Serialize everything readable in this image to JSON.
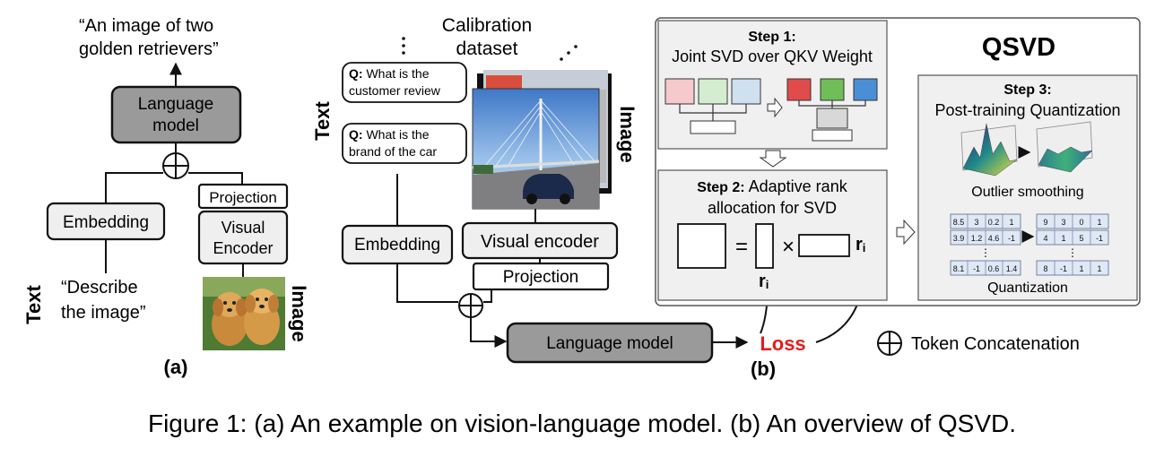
{
  "panel_a": {
    "output_text_line1": "“An image of two",
    "output_text_line2": "golden retrievers”",
    "language_model_line1": "Language",
    "language_model_line2": "model",
    "embedding": "Embedding",
    "projection": "Projection",
    "visual_encoder_line1": "Visual",
    "visual_encoder_line2": "Encoder",
    "input_text_line1": "“Describe",
    "input_text_line2": "the image”",
    "text_label": "Text",
    "image_label": "Image",
    "caption_label": "(a)"
  },
  "panel_b": {
    "calibration_line1": "Calibration",
    "calibration_line2": "dataset",
    "text_label": "Text",
    "image_label": "Image",
    "q1_prefix": "Q:",
    "q1_line1": " What is the",
    "q1_line2": "customer review",
    "q2_prefix": "Q:",
    "q2_line1": " What is the",
    "q2_line2": "brand of the car",
    "embedding": "Embedding",
    "visual_encoder": "Visual encoder",
    "projection": "Projection",
    "language_model": "Language model",
    "loss": "Loss",
    "caption_label": "(b)"
  },
  "qsvd": {
    "title": "QSVD",
    "step1_title": "Step 1:",
    "step1_desc": "Joint SVD over QKV Weight",
    "step2_title": "Step 2:",
    "step2_desc_line1": " Adaptive rank",
    "step2_desc_line2": "allocation for SVD",
    "equals": "=",
    "times": "×",
    "rank_symbol": "r",
    "rank_subscript": "i",
    "step3_title": "Step 3:",
    "step3_desc": "Post-training Quantization",
    "outlier_label": "Outlier smoothing",
    "quantization_label": "Quantization",
    "matrix_before": [
      [
        "8.5",
        "3",
        "0.2",
        "1"
      ],
      [
        "3.9",
        "1.2",
        "4.6",
        "-1"
      ],
      [
        "8.1",
        "-1",
        "0.6",
        "1.4"
      ]
    ],
    "matrix_after": [
      [
        "9",
        "3",
        "0",
        "1"
      ],
      [
        "4",
        "1",
        "5",
        "-1"
      ],
      [
        "8",
        "-1",
        "1",
        "1"
      ]
    ],
    "vdots": "⋮"
  },
  "legend": {
    "token_concat": "Token Concatenation"
  },
  "caption": "Figure 1: (a) An example on vision-language model. (b) An overview of QSVD.",
  "colors": {
    "light_red": "#f6c9cc",
    "light_green": "#d4ecd0",
    "light_blue": "#cfe0f0",
    "red": "#e04b4b",
    "green": "#6fbe57",
    "blue": "#4a8fd6",
    "loss_red": "#e31d1d"
  }
}
